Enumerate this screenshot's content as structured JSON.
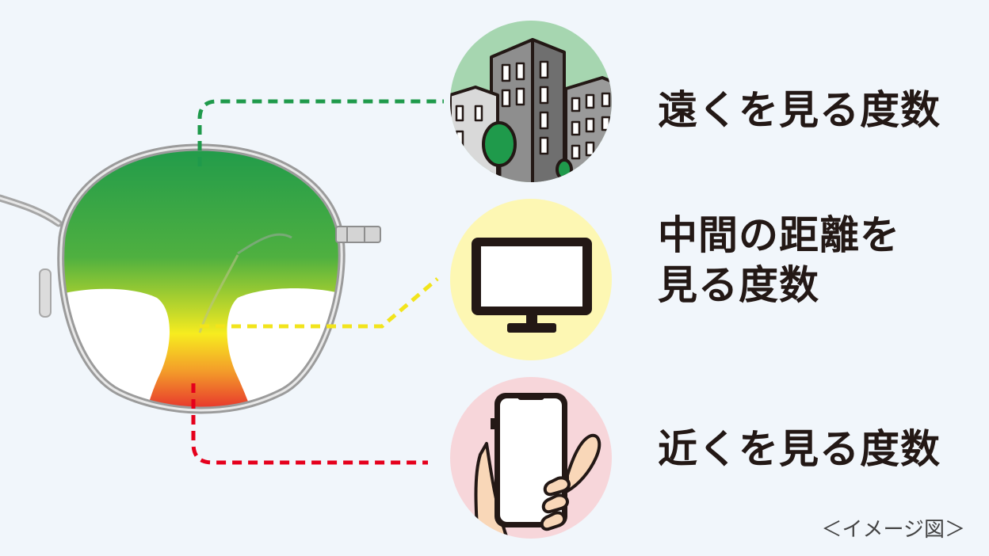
{
  "labels": {
    "far": "遠くを見る度数",
    "middle_line1": "中間の距離を",
    "middle_line2": "見る度数",
    "near": "近くを見る度数"
  },
  "caption": "＜イメージ図＞",
  "icons": {
    "far": "city-buildings-icon",
    "middle": "computer-monitor-icon",
    "near": "smartphone-in-hand-icon"
  },
  "colors": {
    "background": "#f1f6fb",
    "far": "#1f9a4b",
    "middle": "#f2e41c",
    "near": "#e5001c",
    "text": "#231815",
    "far_circle": "#a6d6b0",
    "middle_circle": "#fdf7b3",
    "near_circle": "#f7d6da"
  }
}
